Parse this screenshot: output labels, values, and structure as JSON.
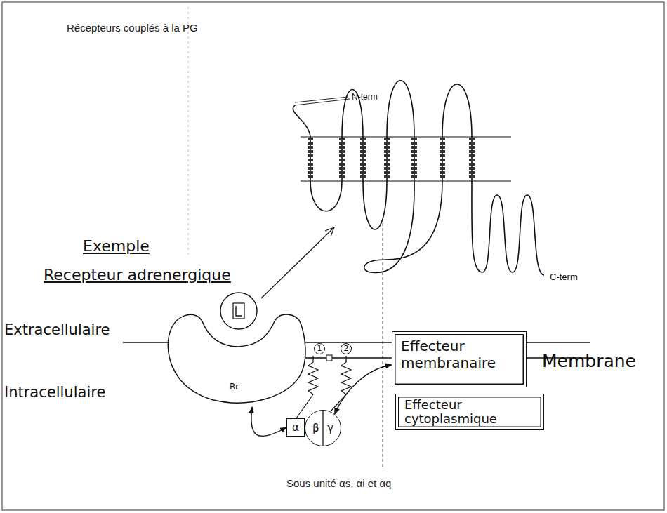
{
  "diagram": {
    "title": "Récepteurs couplés à la PG",
    "caption": "Sous unité αs, αi et αq",
    "nodes": [
      {
        "text": [
          "Rc"
        ]
      },
      {
        "text": [
          "Effecteur membranaire"
        ]
      },
      {
        "text": [
          "α"
        ]
      },
      {
        "text": [
          "β",
          "γ"
        ]
      },
      {
        "text": [
          "Effecteur cytoplasmique"
        ]
      }
    ],
    "edges": [
      {
        "from": 0,
        "to": 2,
        "arrow": "both"
      },
      {
        "from": 3,
        "to": 1,
        "arrow": "both"
      }
    ],
    "labels": [
      "N-term",
      "C-term",
      "Exemple",
      "Recepteur adrenergique",
      "Extracellulaire",
      "Intracellulaire",
      "Membrane",
      "1",
      "2"
    ]
  }
}
